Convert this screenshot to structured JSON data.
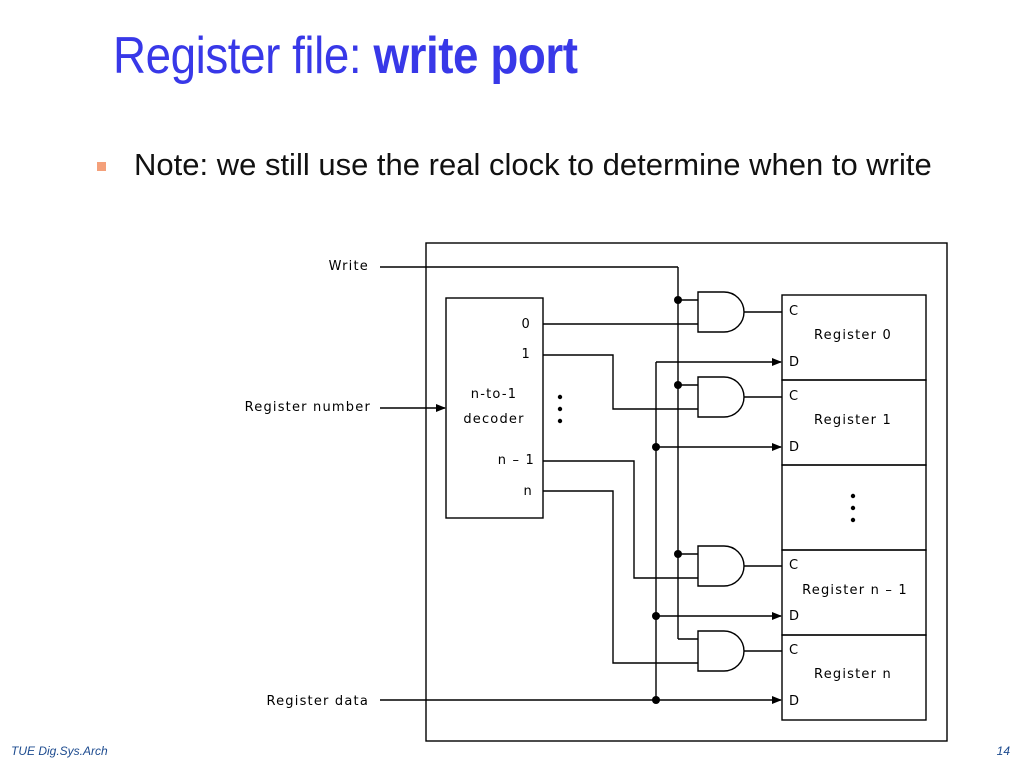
{
  "title": {
    "regular": "Register file: ",
    "bold": "write port"
  },
  "bullets": [
    {
      "text": "Note:  we still use the real clock to determine when to write"
    }
  ],
  "diagram": {
    "inputs": {
      "write": "Write",
      "register_number": "Register number",
      "register_data": "Register data"
    },
    "decoder": {
      "label_line1": "n-to-1",
      "label_line2": "decoder",
      "outputs": [
        "0",
        "1",
        "n –  1",
        "n"
      ]
    },
    "registers": [
      {
        "name": "Register 0",
        "c": "C",
        "d": "D"
      },
      {
        "name": "Register 1",
        "c": "C",
        "d": "D"
      },
      {
        "name": "Register n –  1",
        "c": "C",
        "d": "D"
      },
      {
        "name": "Register n",
        "c": "C",
        "d": "D"
      }
    ]
  },
  "footer": {
    "left": "TUE Dig.Sys.Arch",
    "right": "14"
  }
}
